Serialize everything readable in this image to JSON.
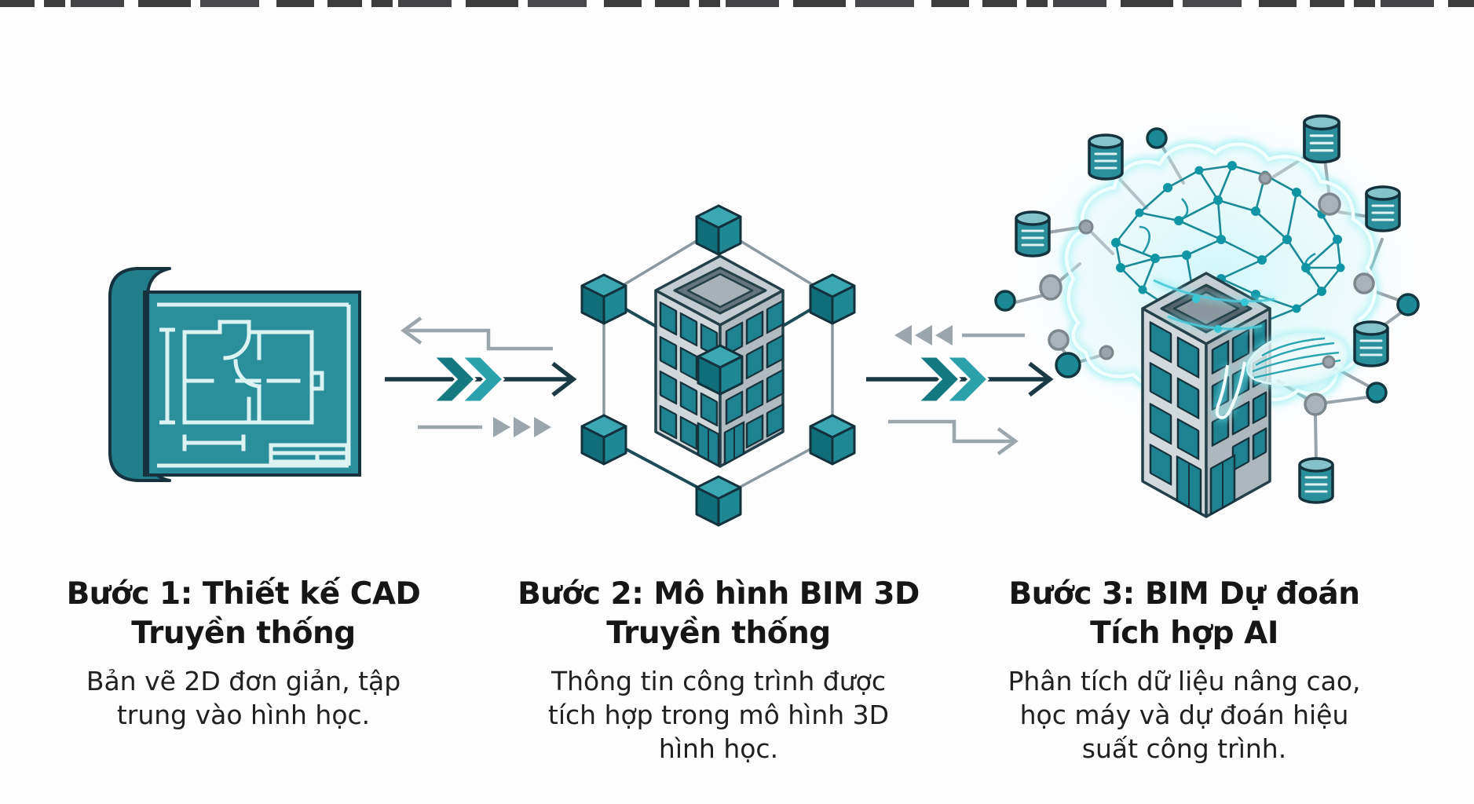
{
  "figure": {
    "kind": "three-step process infographic",
    "language": "Vietnamese",
    "topic": "Evolution from CAD to AI-integrated BIM"
  },
  "steps": [
    {
      "title_lines": [
        "Bước 1: Thiết kế CAD",
        "Truyền thống"
      ],
      "desc_lines": [
        "Bản vẽ 2D đơn giản, tập",
        "trung vào hình học."
      ],
      "icon": "blueprint-scroll-icon"
    },
    {
      "title_lines": [
        "Bước 2: Mô hình BIM 3D",
        "Truyền thống"
      ],
      "desc_lines": [
        "Thông tin công trình được",
        "tích hợp trong mô hình 3D",
        "hình học."
      ],
      "icon": "bim-wireframe-cube-building-icon"
    },
    {
      "title_lines": [
        "Bước 3: BIM Dự đoán",
        "Tích hợp AI"
      ],
      "desc_lines": [
        "Phân tích dữ liệu nâng cao,",
        "học máy và dự đoán hiệu",
        "suất công trình."
      ],
      "icon": "ai-brain-building-network-icon"
    }
  ],
  "arrows": [
    {
      "from_step": 1,
      "to_step": 2,
      "parts": [
        "gray-return-arrow-icon",
        "double-chevron-forward-arrow-icon",
        "triple-triangle-forward-icon"
      ]
    },
    {
      "from_step": 2,
      "to_step": 3,
      "parts": [
        "triple-triangle-back-icon",
        "double-chevron-forward-arrow-icon",
        "gray-step-forward-arrow-icon"
      ]
    }
  ],
  "colors": {
    "background": "#fdfdfe",
    "teal_primary": "#2a8f9a",
    "teal_dark_face": "#0f6e7a",
    "teal_mid_face": "#1f8894",
    "teal_top_face": "#3aa7b2",
    "outline_navy": "#14323d",
    "plan_line_light": "#ddf3f3",
    "building_light_gray": "#d2d9dc",
    "building_mid_gray": "#adb8be",
    "window_teal": "#1e8290",
    "wire_gray": "#8b98a0",
    "arrow_dark": "#1c3a46",
    "arrow_gray": "#9ba5ac",
    "chevron_dark_teal": "#157982",
    "chevron_light_teal": "#2ba1ac",
    "glow_cyan": "#7be9f2",
    "brain_core_line": "#f2fdfe",
    "brain_mesh_teal": "#1b8a96",
    "text": "#161616"
  }
}
